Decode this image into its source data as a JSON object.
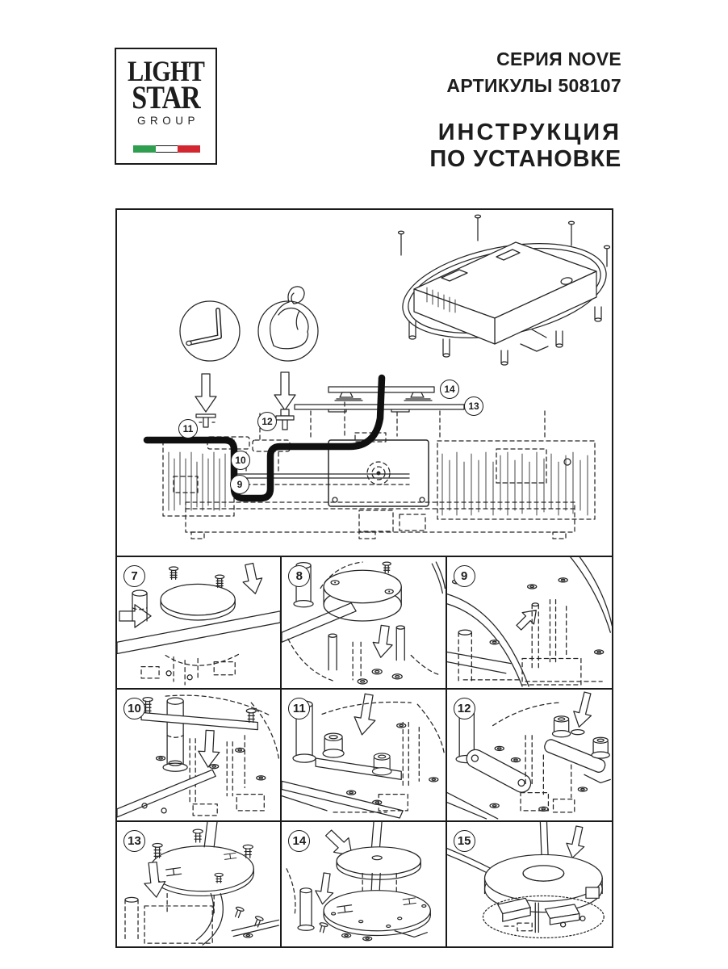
{
  "logo": {
    "word1": "LIGHT",
    "word2": "STAR",
    "word3": "GROUP",
    "flag_colors": {
      "green": "#2f9e4e",
      "white": "#ffffff",
      "red": "#d22730"
    }
  },
  "header": {
    "series": "СЕРИЯ NOVE",
    "articles": "АРТИКУЛЫ 508107",
    "title_line1": "ИНСТРУКЦИЯ",
    "title_line2": "ПО УСТАНОВКЕ"
  },
  "diagram": {
    "icons": [
      {
        "name": "hex-key-icon"
      },
      {
        "name": "muscle-icon"
      }
    ],
    "callouts": [
      {
        "label": "9"
      },
      {
        "label": "10"
      },
      {
        "label": "11"
      },
      {
        "label": "12"
      },
      {
        "label": "13"
      },
      {
        "label": "14"
      }
    ]
  },
  "steps": [
    {
      "label": "7"
    },
    {
      "label": "8"
    },
    {
      "label": "9"
    },
    {
      "label": "10"
    },
    {
      "label": "11"
    },
    {
      "label": "12"
    },
    {
      "label": "13"
    },
    {
      "label": "14"
    },
    {
      "label": "15"
    }
  ],
  "colors": {
    "ink": "#1d1d1d"
  }
}
